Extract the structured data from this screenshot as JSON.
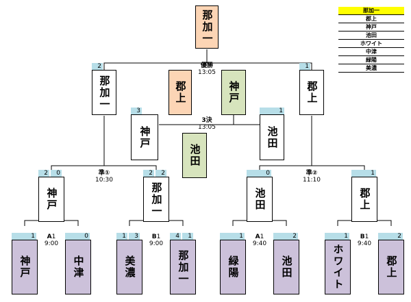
{
  "legend": [
    "那加一",
    "郡上",
    "神戸",
    "池田",
    "ホワイト",
    "中津",
    "緑陽",
    "美濃"
  ],
  "final": {
    "champion": "那加一",
    "left_team": "那加一",
    "left_score": "2",
    "right_team": "郡上",
    "right_score": "1",
    "label": "優勝",
    "time": "13:05"
  },
  "runner_up": "郡上",
  "third_place_winner": "神戸",
  "third": {
    "label": "3決",
    "time": "13:05",
    "left_team": "神戸",
    "left_score": "3",
    "right_team": "池田",
    "right_score": "1",
    "fourth": "池田"
  },
  "semi1": {
    "label": "準①",
    "time": "10:30",
    "left_team": "神戸",
    "left_score_a": "2",
    "left_score_b": "0",
    "right_team": "那加一",
    "right_score_a": "2",
    "right_score_b": "2"
  },
  "semi2": {
    "label": "準②",
    "time": "11:10",
    "left_team": "池田",
    "left_score": "0",
    "right_team": "郡上",
    "right_score": "1"
  },
  "r1": [
    {
      "court": "A",
      "num": "1",
      "time": "9:00",
      "left_team": "神戸",
      "left_score": "1",
      "right_team": "中津",
      "right_score": "0"
    },
    {
      "court": "B",
      "num": "1",
      "time": "9:00",
      "left_team": "美濃",
      "left_score_a": "1",
      "left_score_b": "3",
      "right_team": "那加一",
      "right_score_a": "4",
      "right_score_b": "1"
    },
    {
      "court": "A",
      "num": "1",
      "time": "9:40",
      "left_team": "緑陽",
      "left_score": "1",
      "right_team": "池田",
      "right_score": "2"
    },
    {
      "court": "B",
      "num": "1",
      "time": "9:40",
      "left_team": "ホワイト",
      "left_score": "1",
      "right_team": "郡上",
      "right_score": "2"
    }
  ],
  "colors": {
    "champion": "#fcd5b5",
    "runner_up": "#fcd5b5",
    "third": "#d7e4bd",
    "first_round": "#ccc1da",
    "score": "#b7dee8",
    "legend_highlight": "#ffff00"
  }
}
